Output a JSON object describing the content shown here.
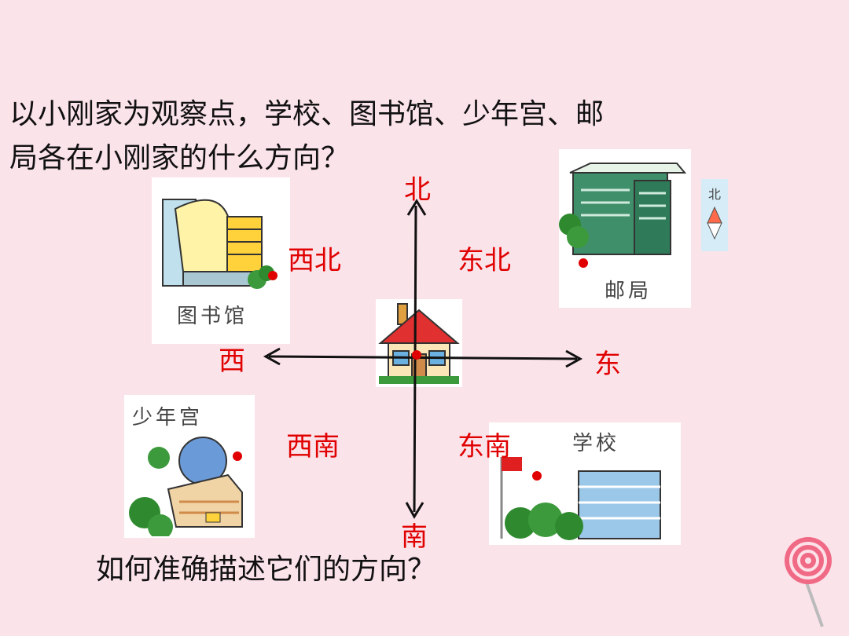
{
  "question": {
    "line1": "以小刚家为观察点，学校、图书馆、少年宫、邮",
    "line2": "局各在小刚家的什么方向？"
  },
  "sub_question": "如何准确描述它们的方向？",
  "directions": {
    "north": "北",
    "south": "南",
    "east": "东",
    "west": "西",
    "northwest": "西北",
    "northeast": "东北",
    "southwest": "西南",
    "southeast": "东南"
  },
  "buildings": {
    "library": "图书馆",
    "post_office": "邮局",
    "youth_palace": "少年宫",
    "school": "学校"
  },
  "compass": {
    "label": "北"
  },
  "colors": {
    "background": "#fbe3ea",
    "direction_text": "#e00000",
    "marker": "#e00000",
    "axis": "#111111"
  }
}
